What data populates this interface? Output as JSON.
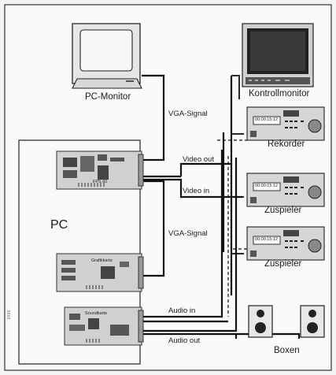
{
  "devices": {
    "pc_monitor": "PC-Monitor",
    "control_monitor": "Kontrollmonitor",
    "recorder": "Rekorder",
    "player_1": "Zuspieler",
    "player_2": "Zuspieler",
    "speakers": "Boxen",
    "pc": "PC"
  },
  "cards": {
    "fps": "FPS 60",
    "graphics": "Grafikkarte",
    "sound": "Soundkarte"
  },
  "signals": {
    "vga_top": "VGA-Signal",
    "vga_bottom": "VGA-Signal",
    "video_out": "Video out",
    "video_in": "Video in",
    "audio_in": "Audio in",
    "audio_out": "Audio out"
  },
  "vcr_display": "00:00:15:12"
}
